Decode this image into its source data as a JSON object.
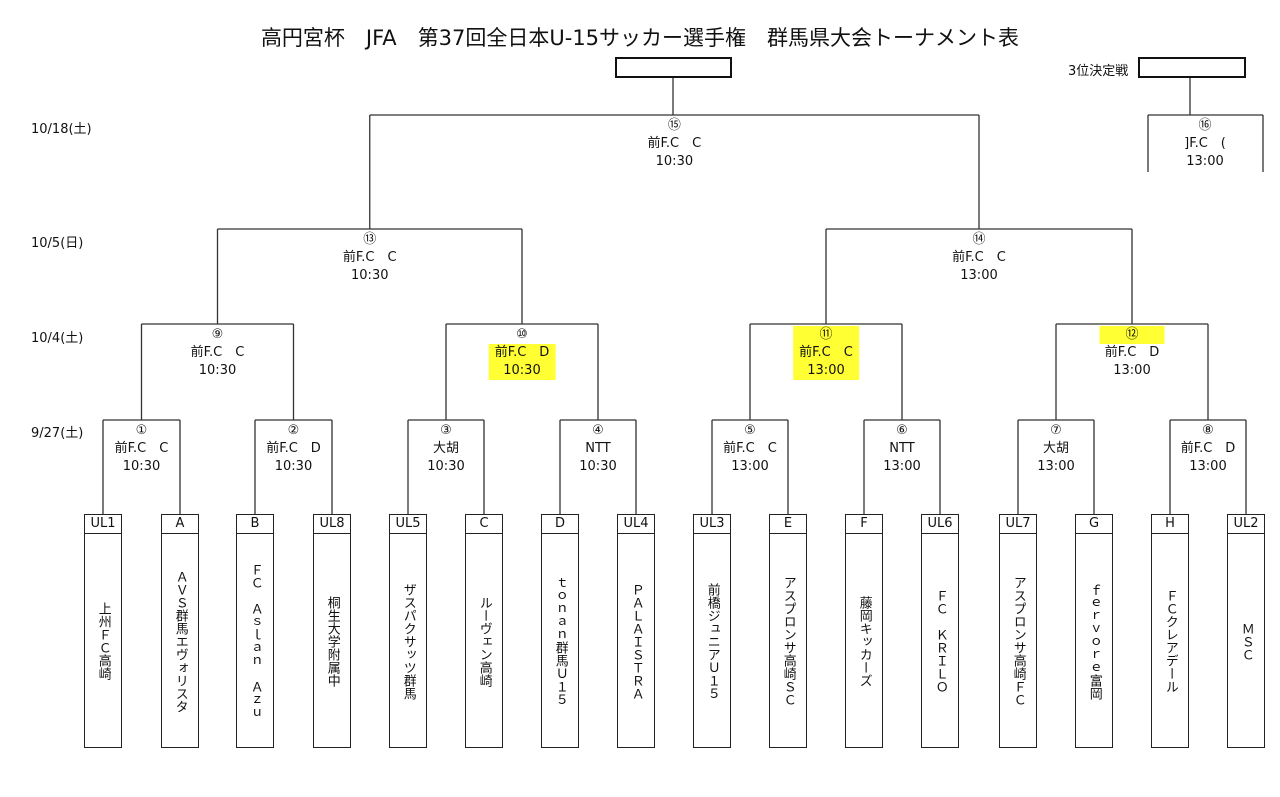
{
  "title": "高円宮杯　JFA　第37回全日本U-15サッカー選手権　群馬県大会トーナメント表",
  "third_place_label": "3位決定戦",
  "dates": [
    {
      "round": 4,
      "label": "10/18(土)"
    },
    {
      "round": 3,
      "label": "10/5(日)"
    },
    {
      "round": 2,
      "label": "10/4(土)"
    },
    {
      "round": 1,
      "label": "9/27(土)"
    }
  ],
  "teams": [
    {
      "seed": "UL1",
      "name": "上州ＦＣ高崎"
    },
    {
      "seed": "A",
      "name": "ＡＶＳ群馬エヴォリスタ"
    },
    {
      "seed": "B",
      "name": "ＦＣ　Ａｓｌａｎ　Ａｚｕ"
    },
    {
      "seed": "UL8",
      "name": "桐生大学附属中"
    },
    {
      "seed": "UL5",
      "name": "ザスパクサッツ群馬"
    },
    {
      "seed": "C",
      "name": "ルーヴェン高崎"
    },
    {
      "seed": "D",
      "name": "ｔｏｎａｎ群馬Ｕ１５"
    },
    {
      "seed": "UL4",
      "name": "ＰＡＬＡＩＳＴＲＡ"
    },
    {
      "seed": "UL3",
      "name": "前橋ジュニアＵ１５"
    },
    {
      "seed": "E",
      "name": "アスプロンサ高崎ＳＣ"
    },
    {
      "seed": "F",
      "name": "藤岡キッカーズ"
    },
    {
      "seed": "UL6",
      "name": "ＦＣ　ＫＲＩＬＯ"
    },
    {
      "seed": "UL7",
      "name": "アスプロンサ高崎ＦＣ"
    },
    {
      "seed": "G",
      "name": "ｆｅｒｖｏｒｅ富岡"
    },
    {
      "seed": "H",
      "name": "ＦＣクレアデール"
    },
    {
      "seed": "UL2",
      "name": "ＭＳＣ"
    }
  ],
  "matches": [
    {
      "num": "①",
      "round": 1,
      "venue": "前F.C　C",
      "time": "10:30",
      "highlight": false
    },
    {
      "num": "②",
      "round": 1,
      "venue": "前F.C　D",
      "time": "10:30",
      "highlight": false
    },
    {
      "num": "③",
      "round": 1,
      "venue": "大胡",
      "time": "10:30",
      "highlight": false
    },
    {
      "num": "④",
      "round": 1,
      "venue": "NTT",
      "time": "10:30",
      "highlight": false
    },
    {
      "num": "⑤",
      "round": 1,
      "venue": "前F.C　C",
      "time": "13:00",
      "highlight": false
    },
    {
      "num": "⑥",
      "round": 1,
      "venue": "NTT",
      "time": "13:00",
      "highlight": false
    },
    {
      "num": "⑦",
      "round": 1,
      "venue": "大胡",
      "time": "13:00",
      "highlight": false
    },
    {
      "num": "⑧",
      "round": 1,
      "venue": "前F.C　D",
      "time": "13:00",
      "highlight": false
    },
    {
      "num": "⑨",
      "round": 2,
      "venue": "前F.C　C",
      "time": "10:30",
      "highlight": false
    },
    {
      "num": "⑩",
      "round": 2,
      "venue": "前F.C　D",
      "time": "10:30",
      "highlight": "venue-time"
    },
    {
      "num": "⑪",
      "round": 2,
      "venue": "前F.C　C",
      "time": "13:00",
      "highlight": "all"
    },
    {
      "num": "⑫",
      "round": 2,
      "venue": "前F.C　D",
      "time": "13:00",
      "highlight": "num"
    },
    {
      "num": "⑬",
      "round": 3,
      "venue": "前F.C　C",
      "time": "10:30",
      "highlight": false
    },
    {
      "num": "⑭",
      "round": 3,
      "venue": "前F.C　C",
      "time": "13:00",
      "highlight": false
    },
    {
      "num": "⑮",
      "round": 4,
      "venue": "前F.C　C",
      "time": "10:30",
      "highlight": false
    }
  ],
  "third_place_match": {
    "num": "⑯",
    "venue": "]F.C　(",
    "time": "13:00"
  },
  "colors": {
    "highlight": "#ffff33",
    "line": "#333333"
  }
}
